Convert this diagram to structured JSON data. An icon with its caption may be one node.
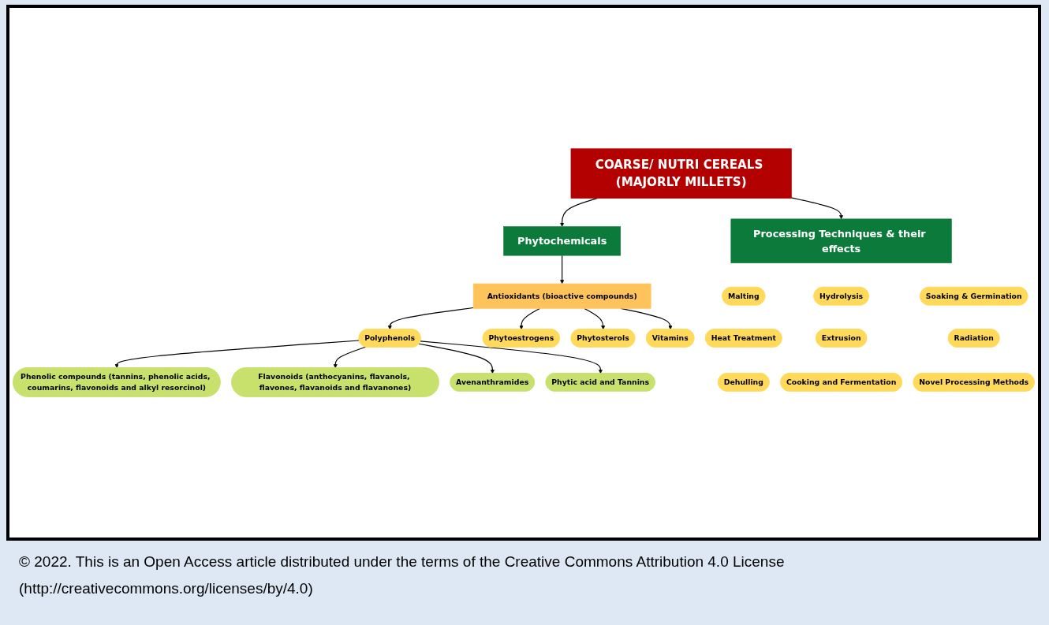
{
  "diagram": {
    "caption": "© 2022.  This is an Open Access article distributed under the terms of the Creative Commons Attribution 4.0 License (http://creativecommons.org/licenses/by/4.0)",
    "nodes": [
      {
        "text": [
          "COARSE/ NUTRI CEREALS (MAJORLY MILLETS)"
        ]
      },
      {
        "text": [
          "Phytochemicals"
        ]
      },
      {
        "text": [
          "Antioxidants (bioactive compounds)"
        ]
      },
      {
        "text": [
          "Polyphenols"
        ]
      },
      {
        "text": [
          "Phytoestrogens"
        ]
      },
      {
        "text": [
          "Phytosterols"
        ]
      },
      {
        "text": [
          "Vitamins"
        ]
      },
      {
        "text": [
          "Phenolic compounds (tannins, phenolic acids, coumarins, flavonoids and alkyl resorcinol)"
        ]
      },
      {
        "text": [
          "Flavonoids (anthocyanins, flavanols, flavones, flavanoids and flavanones)"
        ]
      },
      {
        "text": [
          "Avenanthramides"
        ]
      },
      {
        "text": [
          "Phytic acid and Tannins"
        ]
      },
      {
        "text": [
          "Processing Techniques & their effects"
        ]
      },
      {
        "text": [
          "Malting"
        ]
      },
      {
        "text": [
          "Hydrolysis"
        ]
      },
      {
        "text": [
          "Soaking & Germination"
        ]
      },
      {
        "text": [
          "Heat Treatment"
        ]
      },
      {
        "text": [
          "Extrusion"
        ]
      },
      {
        "text": [
          "Radiation"
        ]
      },
      {
        "text": [
          "Dehulling"
        ]
      },
      {
        "text": [
          "Cooking and Fermentation"
        ]
      },
      {
        "text": [
          "Novel Processing Methods"
        ]
      }
    ],
    "edges": [
      {
        "from": 0,
        "to": 1,
        "arrow": "to"
      },
      {
        "from": 0,
        "to": 11,
        "arrow": "to"
      },
      {
        "from": 1,
        "to": 2,
        "arrow": "to"
      },
      {
        "from": 2,
        "to": 3,
        "arrow": "to"
      },
      {
        "from": 2,
        "to": 4,
        "arrow": "to"
      },
      {
        "from": 2,
        "to": 5,
        "arrow": "to"
      },
      {
        "from": 2,
        "to": 6,
        "arrow": "to"
      },
      {
        "from": 3,
        "to": 7,
        "arrow": "to"
      },
      {
        "from": 3,
        "to": 8,
        "arrow": "to"
      },
      {
        "from": 3,
        "to": 9,
        "arrow": "to"
      },
      {
        "from": 3,
        "to": 10,
        "arrow": "to"
      }
    ]
  }
}
